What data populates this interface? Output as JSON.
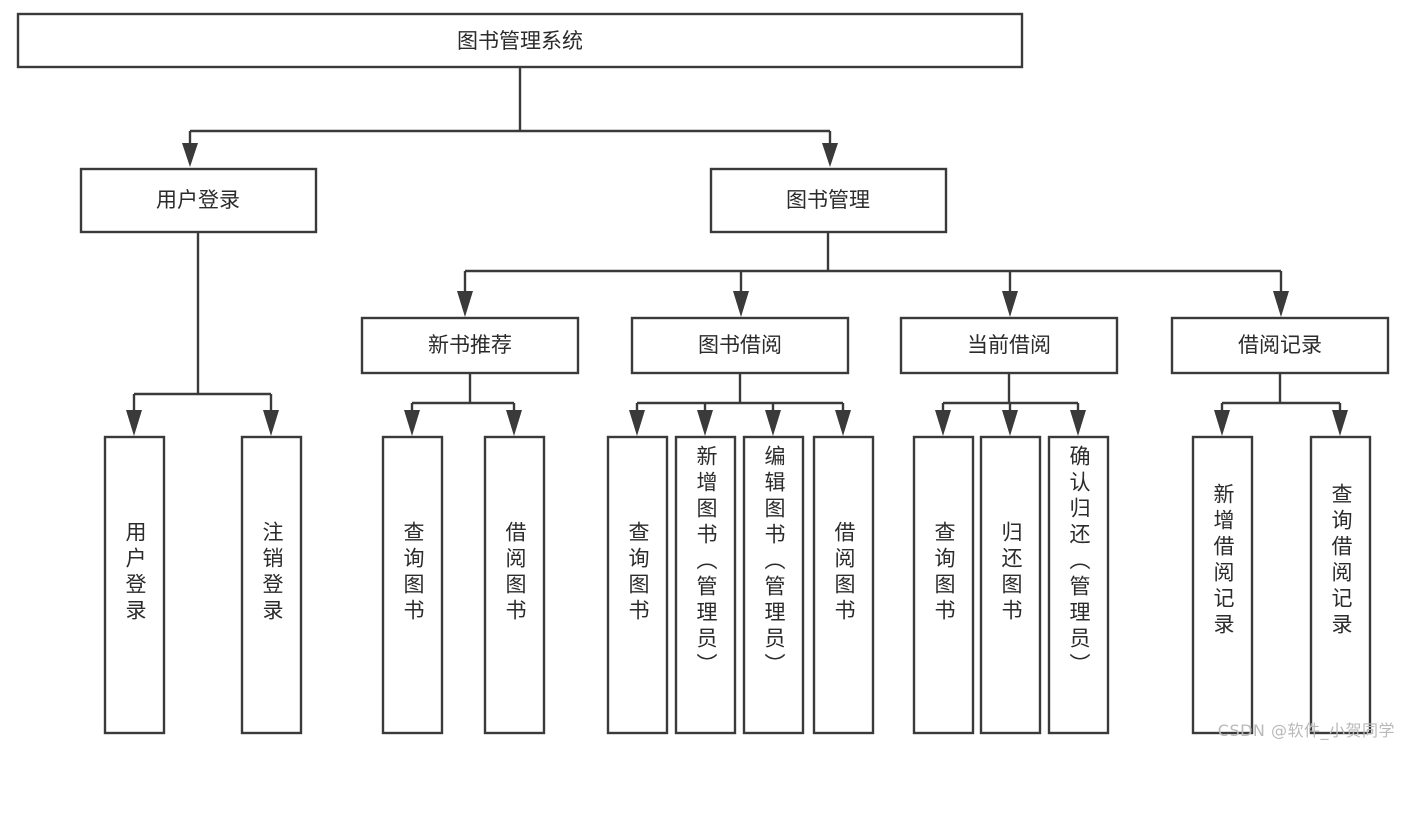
{
  "diagram": {
    "type": "tree",
    "title": "图书管理系统",
    "orientation": "top-down",
    "colors": {
      "stroke": "#3a3a3a",
      "box_fill": "#ffffff",
      "text": "#2b2b2b",
      "background": "#ffffff",
      "watermark": "#b9b9b9"
    },
    "root": {
      "label": "图书管理系统"
    },
    "level2": [
      {
        "label": "用户登录"
      },
      {
        "label": "图书管理"
      }
    ],
    "level3": [
      {
        "label": "新书推荐"
      },
      {
        "label": "图书借阅"
      },
      {
        "label": "当前借阅"
      },
      {
        "label": "借阅记录"
      }
    ],
    "leaves": {
      "user_login": [
        {
          "label": "用户登录"
        },
        {
          "label": "注销登录"
        }
      ],
      "new_book_recommend": [
        {
          "label": "查询图书"
        },
        {
          "label": "借阅图书"
        }
      ],
      "book_borrow": [
        {
          "label": "查询图书"
        },
        {
          "label": "新增图书（管理员）"
        },
        {
          "label": "编辑图书（管理员）"
        },
        {
          "label": "借阅图书"
        }
      ],
      "current_borrow": [
        {
          "label": "查询图书"
        },
        {
          "label": "归还图书"
        },
        {
          "label": "确认归还（管理员）"
        }
      ],
      "borrow_record": [
        {
          "label": "新增借阅记录"
        },
        {
          "label": "查询借阅记录"
        }
      ]
    }
  },
  "watermark": {
    "text": "CSDN @软件_小贺同学"
  }
}
